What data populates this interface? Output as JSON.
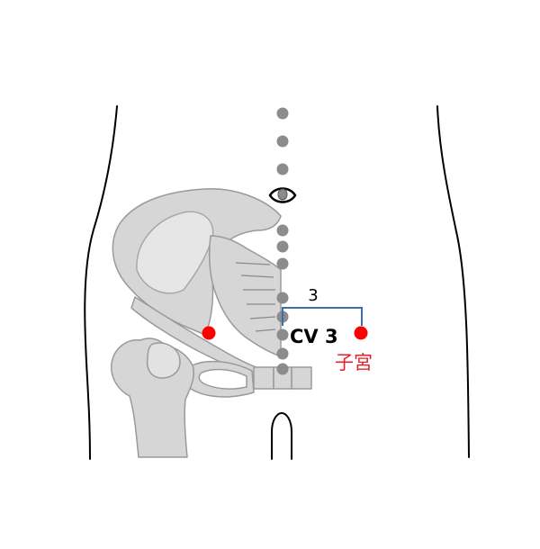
{
  "labels": {
    "point_code": "CV 3",
    "distance": "3",
    "point_name": "子宮"
  },
  "colors": {
    "bone_fill": "#d6d6d6",
    "bone_stroke": "#9a9a9a",
    "body_outline": "#000000",
    "midline_dot": "#8c8c8c",
    "acupoint": "#ff0000",
    "bracket": "#3a6fb5",
    "point_name_text": "#e8202a"
  },
  "icons": {
    "midline_markers": "gray-dot",
    "navel": "eye-shaped-navel",
    "acupoint_marker": "red-dot"
  }
}
